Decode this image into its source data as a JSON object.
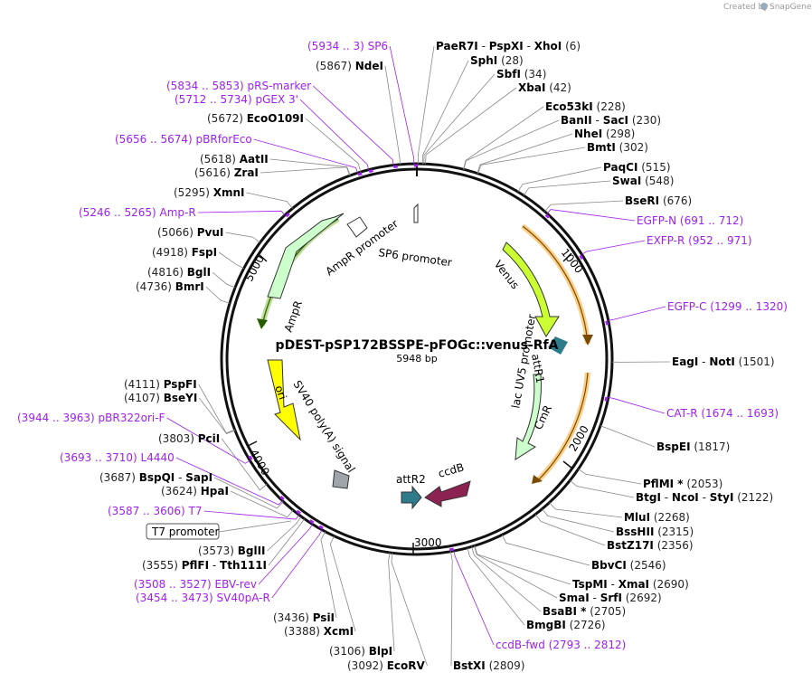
{
  "credit": {
    "prefix": "Created by",
    "brand": "SnapGene"
  },
  "plasmid": {
    "name": "pDEST-pSP172BSSPE-pFOGc::venus-RfA",
    "length": "5948 bp"
  },
  "ticks": [
    "1000",
    "2000",
    "3000",
    "4000",
    "5000"
  ],
  "features": {
    "sp6_promoter": "SP6 promoter",
    "ampr_promoter": "AmpR promoter",
    "ampr": "AmpR",
    "venus": "Venus",
    "attr1": "attR1",
    "lacuv5": "lac UV5 promoter",
    "cmr": "CmR",
    "ori": "ori",
    "sv40": "SV40 poly(A) signal",
    "attr2": "attR2",
    "ccdb": "ccdB",
    "t7_promoter": "T7 promoter"
  },
  "sites": [
    {
      "parts": [
        "PaeR7I",
        "PspXI",
        "XhoI"
      ],
      "pos": "(6)"
    },
    {
      "parts": [
        "SphI"
      ],
      "pos": "(28)"
    },
    {
      "parts": [
        "SbfI"
      ],
      "pos": "(34)"
    },
    {
      "parts": [
        "XbaI"
      ],
      "pos": "(42)"
    },
    {
      "parts": [
        "Eco53kI"
      ],
      "pos": "(228)"
    },
    {
      "parts": [
        "BanII",
        "SacI"
      ],
      "pos": "(230)"
    },
    {
      "parts": [
        "NheI"
      ],
      "pos": "(298)"
    },
    {
      "parts": [
        "BmtI"
      ],
      "pos": "(302)"
    },
    {
      "parts": [
        "PaqCI"
      ],
      "pos": "(515)"
    },
    {
      "parts": [
        "SwaI"
      ],
      "pos": "(548)"
    },
    {
      "parts": [
        "BseRI"
      ],
      "pos": "(676)"
    },
    {
      "parts": [
        "EagI",
        "NotI"
      ],
      "pos": "(1501)"
    },
    {
      "parts": [
        "BspEI"
      ],
      "pos": "(1817)"
    },
    {
      "parts": [
        "PflMI *"
      ],
      "pos": "(2053)"
    },
    {
      "parts": [
        "BtgI",
        "NcoI",
        "StyI"
      ],
      "pos": "(2122)"
    },
    {
      "parts": [
        "MluI"
      ],
      "pos": "(2268)"
    },
    {
      "parts": [
        "BssHII"
      ],
      "pos": "(2315)"
    },
    {
      "parts": [
        "BstZ17I"
      ],
      "pos": "(2356)"
    },
    {
      "parts": [
        "BbvCI"
      ],
      "pos": "(2546)"
    },
    {
      "parts": [
        "TspMI",
        "XmaI"
      ],
      "pos": "(2690)"
    },
    {
      "parts": [
        "SmaI",
        "SrfI"
      ],
      "pos": "(2692)"
    },
    {
      "parts": [
        "BsaBI *"
      ],
      "pos": "(2705)"
    },
    {
      "parts": [
        "BmgBI"
      ],
      "pos": "(2726)"
    },
    {
      "parts": [
        "BstXI"
      ],
      "pos": "(2809)"
    },
    {
      "parts": [
        "EcoRV"
      ],
      "pos": "(3092)"
    },
    {
      "parts": [
        "BlpI"
      ],
      "pos": "(3106)"
    },
    {
      "parts": [
        "XcmI"
      ],
      "pos": "(3388)"
    },
    {
      "parts": [
        "PsiI"
      ],
      "pos": "(3436)"
    },
    {
      "parts": [
        "PflFI",
        "Tth111I"
      ],
      "pos": "(3555)"
    },
    {
      "parts": [
        "BglII"
      ],
      "pos": "(3573)"
    },
    {
      "parts": [
        "HpaI"
      ],
      "pos": "(3624)"
    },
    {
      "parts": [
        "BspQI",
        "SapI"
      ],
      "pos": "(3687)"
    },
    {
      "parts": [
        "PciI"
      ],
      "pos": "(3803)"
    },
    {
      "parts": [
        "BseYI"
      ],
      "pos": "(4107)"
    },
    {
      "parts": [
        "PspFI"
      ],
      "pos": "(4111)"
    },
    {
      "parts": [
        "BmrI"
      ],
      "pos": "(4736)"
    },
    {
      "parts": [
        "BglI"
      ],
      "pos": "(4816)"
    },
    {
      "parts": [
        "FspI"
      ],
      "pos": "(4918)"
    },
    {
      "parts": [
        "PvuI"
      ],
      "pos": "(5066)"
    },
    {
      "parts": [
        "XmnI"
      ],
      "pos": "(5295)"
    },
    {
      "parts": [
        "ZraI"
      ],
      "pos": "(5616)"
    },
    {
      "parts": [
        "AatII"
      ],
      "pos": "(5618)"
    },
    {
      "parts": [
        "EcoO109I"
      ],
      "pos": "(5672)"
    },
    {
      "parts": [
        "NdeI"
      ],
      "pos": "(5867)"
    }
  ],
  "primers": [
    {
      "name": "SP6",
      "range": "(5934 .. 3)"
    },
    {
      "name": "pRS-marker",
      "range": "(5834 .. 5853)"
    },
    {
      "name": "pGEX 3'",
      "range": "(5712 .. 5734)"
    },
    {
      "name": "pBRforEco",
      "range": "(5656 .. 5674)"
    },
    {
      "name": "Amp-R",
      "range": "(5246 .. 5265)"
    },
    {
      "name": "EGFP-N",
      "range": "(691 .. 712)"
    },
    {
      "name": "EXFP-R",
      "range": "(952 .. 971)"
    },
    {
      "name": "EGFP-C",
      "range": "(1299 .. 1320)"
    },
    {
      "name": "CAT-R",
      "range": "(1674 .. 1693)"
    },
    {
      "name": "ccdB-fwd",
      "range": "(2793 .. 2812)"
    },
    {
      "name": "pBR322ori-F",
      "range": "(3944 .. 3963)"
    },
    {
      "name": "L4440",
      "range": "(3693 .. 3710)"
    },
    {
      "name": "T7",
      "range": "(3587 .. 3606)"
    },
    {
      "name": "EBV-rev",
      "range": "(3508 .. 3527)"
    },
    {
      "name": "SV40pA-R",
      "range": "(3454 .. 3473)"
    }
  ],
  "colors": {
    "primer": "#a020f0",
    "venus": "#ccff33",
    "ampr": "#ccffcc",
    "ori": "#ffff00",
    "attr": "#2e7b8c",
    "ccdb": "#8b2252",
    "orange": "#f5a623",
    "backbone": "#111111"
  }
}
